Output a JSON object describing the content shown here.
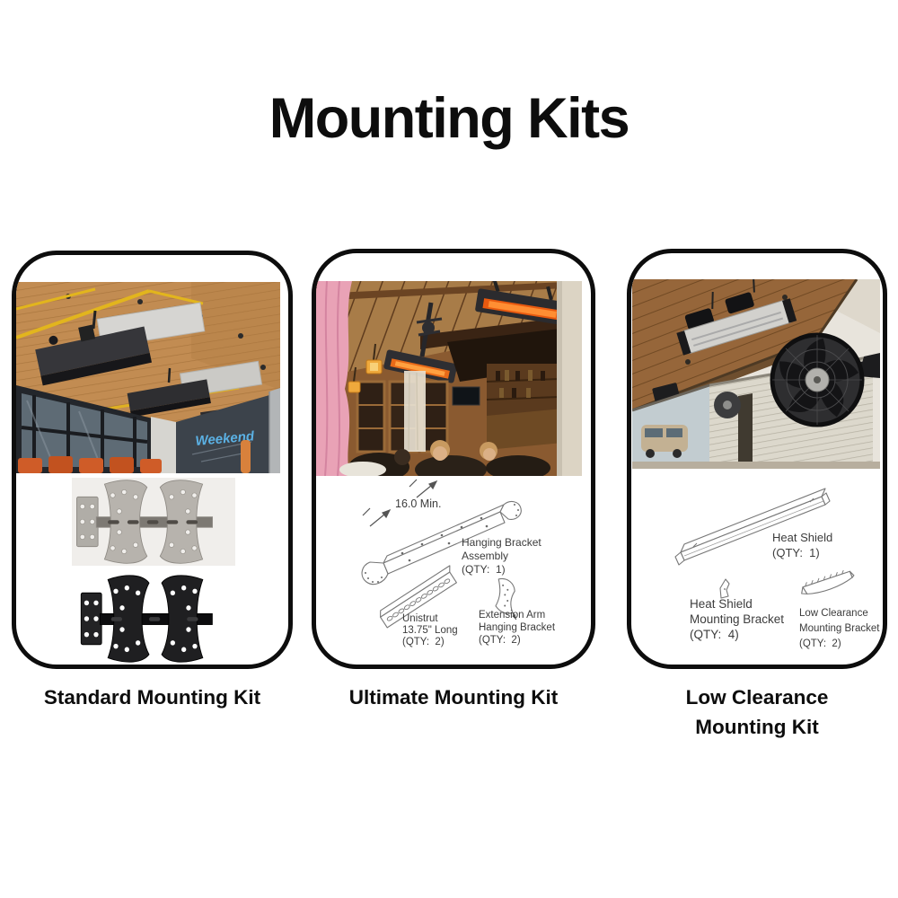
{
  "title": "Mounting Kits",
  "cards": [
    {
      "id": "standard",
      "caption": "Standard Mounting Kit",
      "photo_text": {
        "chalkboard": "Weekend"
      },
      "parts": [
        {
          "kind": "galvanized-mounting-bracket"
        },
        {
          "kind": "black-mounting-bracket"
        }
      ]
    },
    {
      "id": "ultimate",
      "caption": "Ultimate Mounting Kit",
      "diagram": {
        "dimension": "16.0 Min.",
        "assembly_l1": "Hanging Bracket",
        "assembly_l2": "Assembly",
        "assembly_l3": "(QTY:  1)",
        "unistrut_l1": "Unistrut",
        "unistrut_l2": "13.75\" Long",
        "unistrut_l3": "(QTY:  2)",
        "extension_l1": "Extension Arm",
        "extension_l2": "Hanging Bracket",
        "extension_l3": "(QTY:  2)"
      }
    },
    {
      "id": "low-clearance",
      "caption": "Low Clearance Mounting Kit",
      "diagram": {
        "shield_l1": "Heat Shield",
        "shield_l2": "(QTY:  1)",
        "shield_bracket_l1": "Heat Shield",
        "shield_bracket_l2": "Mounting Bracket",
        "shield_bracket_l3": "(QTY:  4)",
        "low_clearance_l1": "Low Clearance",
        "low_clearance_l2": "Mounting Bracket",
        "low_clearance_l3": "(QTY:  2)"
      }
    }
  ],
  "colors": {
    "background": "#ffffff",
    "card_border": "#0d0d0d",
    "title_text": "#0d0d0d",
    "diagram_text": "#3c3c3c",
    "diagram_line": "#777777",
    "wood_ceiling": "#c28c52",
    "gas_pipe_yellow": "#e2b51d",
    "heater_glow_orange": "#f0640f",
    "curtain_pink": "#e9a2b6",
    "chalk_script_blue": "#5bb1e4"
  }
}
